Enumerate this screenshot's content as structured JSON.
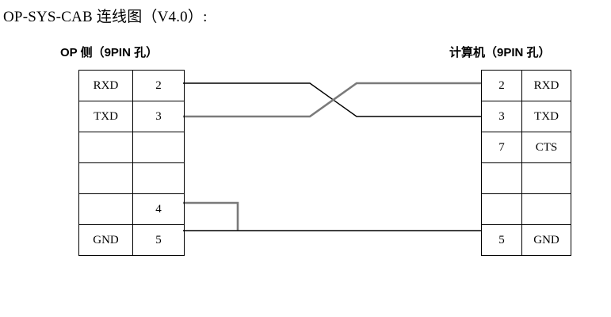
{
  "title": "OP-SYS-CAB 连线图（V4.0）:",
  "headers": {
    "left": "OP 侧（9PIN 孔）",
    "right": "计算机（9PIN 孔）"
  },
  "left_connector": {
    "rows": [
      {
        "signal": "RXD",
        "pin": "2"
      },
      {
        "signal": "TXD",
        "pin": "3"
      },
      {
        "signal": "",
        "pin": ""
      },
      {
        "signal": "",
        "pin": ""
      },
      {
        "signal": "",
        "pin": "4"
      },
      {
        "signal": "GND",
        "pin": "5"
      }
    ]
  },
  "right_connector": {
    "rows": [
      {
        "pin": "2",
        "signal": "RXD"
      },
      {
        "pin": "3",
        "signal": "TXD"
      },
      {
        "pin": "7",
        "signal": "CTS"
      },
      {
        "pin": "",
        "signal": ""
      },
      {
        "pin": "",
        "signal": ""
      },
      {
        "pin": "5",
        "signal": "GND"
      }
    ]
  },
  "wiring": {
    "connections": [
      {
        "from_pin": "2",
        "from_signal": "RXD",
        "to_pin": "3",
        "to_signal": "TXD",
        "crossed": true
      },
      {
        "from_pin": "3",
        "from_signal": "TXD",
        "to_pin": "2",
        "to_signal": "RXD",
        "crossed": true
      },
      {
        "from_pin": "5",
        "from_signal": "GND",
        "to_pin": "5",
        "to_signal": "GND",
        "crossed": false
      },
      {
        "from_pin": "4",
        "from_signal": "",
        "to_pin": "5",
        "to_signal": "GND",
        "crossed": false,
        "note": "jumper-to-gnd"
      }
    ]
  },
  "colors": {
    "line": "#000000",
    "line_thick": "#7a7a7a",
    "border": "#000000",
    "background": "#ffffff"
  }
}
